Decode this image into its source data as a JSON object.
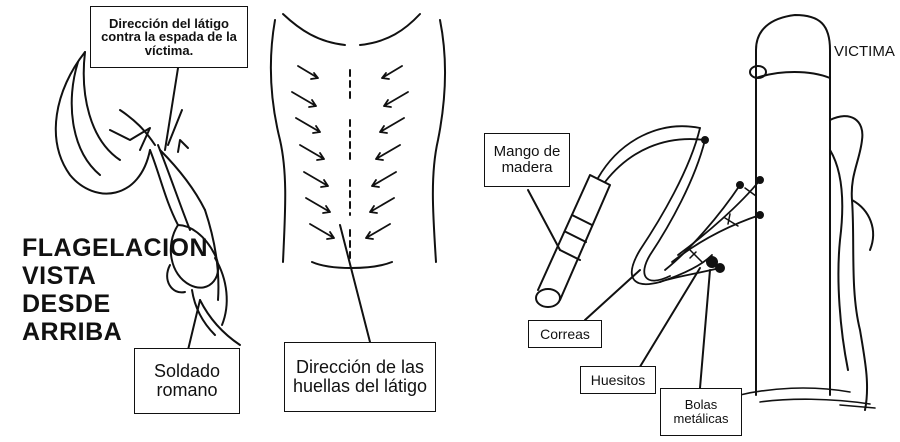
{
  "labels": {
    "whip_direction_back": "Dirección del látigo contra la espada de la víctima.",
    "flagellation_top_view": "FLAGELACION VISTA DESDE ARRIBA",
    "roman_soldier": "Soldado romano",
    "whip_marks_direction": "Dirección de las huellas del látigo",
    "wooden_handle": "Mango de madera",
    "straps": "Correas",
    "small_bones": "Huesitos",
    "metal_balls": "Bolas metálicas",
    "victim": "VICTIMA"
  },
  "colors": {
    "ink": "#111111",
    "paper": "#ffffff"
  }
}
